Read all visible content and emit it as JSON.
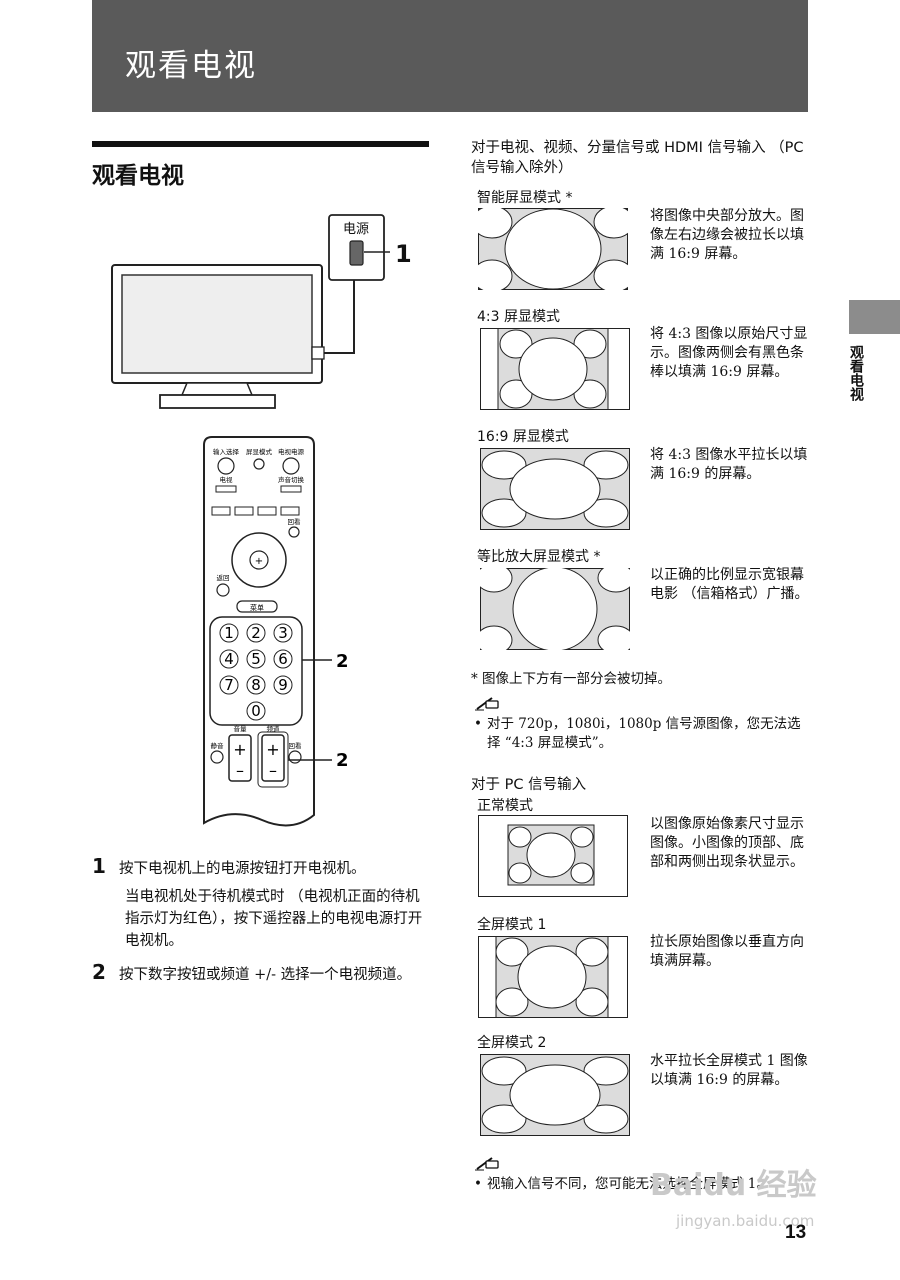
{
  "header": {
    "title": "观看电视"
  },
  "side_tab": {
    "label": "观看电视"
  },
  "section": {
    "title": "观看电视"
  },
  "figure": {
    "power_label": "电源",
    "callout_1": "1",
    "callout_2a": "2",
    "callout_2b": "2",
    "remote": {
      "btn_input": "输入选择",
      "btn_picture": "屏显模式",
      "btn_tvpower": "电视电源",
      "btn_tv": "电视",
      "btn_sound": "声音切换",
      "btn_back": "返回",
      "btn_return": "回看",
      "btn_menu": "菜单",
      "btn_mute": "静音",
      "btn_recall": "回看",
      "vol_label": "音量",
      "ch_label": "频道",
      "plus": "+",
      "minus": "–",
      "digits": [
        "1",
        "2",
        "3",
        "4",
        "5",
        "6",
        "7",
        "8",
        "9",
        "0"
      ]
    }
  },
  "steps": [
    {
      "num": "1",
      "text": "按下电视机上的电源按钮打开电视机。",
      "sub": "当电视机处于待机模式时 （电视机正面的待机指示灯为红色），按下遥控器上的电视电源打开电视机。"
    },
    {
      "num": "2",
      "text": "按下数字按钮或频道 +/- 选择一个电视频道。"
    }
  ],
  "tv_section": {
    "heading": "对于电视、视频、分量信号或 HDMI 信号输入 （PC 信号输入除外）",
    "modes": [
      {
        "title": "智能屏显模式 *",
        "desc": "将图像中央部分放大。图像左右边缘会被拉长以填满 16:9 屏幕。"
      },
      {
        "title": "4:3 屏显模式",
        "desc": "将 4:3 图像以原始尺寸显示。图像两侧会有黑色条棒以填满 16:9 屏幕。"
      },
      {
        "title": "16:9 屏显模式",
        "desc": "将 4:3 图像水平拉长以填满 16:9 的屏幕。"
      },
      {
        "title": "等比放大屏显模式 *",
        "desc": "以正确的比例显示宽银幕电影 （信箱格式）广播。"
      }
    ],
    "footnote": "* 图像上下方有一部分会被切掉。",
    "note_bullet": "•",
    "note": "对于 720p，1080i，1080p 信号源图像，您无法选择 “4:3 屏显模式”。"
  },
  "pc_section": {
    "heading": "对于 PC 信号输入",
    "modes": [
      {
        "title": "正常模式",
        "desc": "以图像原始像素尺寸显示图像。小图像的顶部、底部和两侧出现条状显示。"
      },
      {
        "title": "全屏模式 1",
        "desc": "拉长原始图像以垂直方向填满屏幕。"
      },
      {
        "title": "全屏模式 2",
        "desc": "水平拉长全屏模式 1 图像以填满 16:9 的屏幕。"
      }
    ],
    "note_bullet": "•",
    "note": "视输入信号不同，您可能无法选择全屏模式 1。"
  },
  "page_number": "13",
  "watermark": {
    "brand": "Baidu 经验",
    "url": "jingyan.baidu.com"
  }
}
